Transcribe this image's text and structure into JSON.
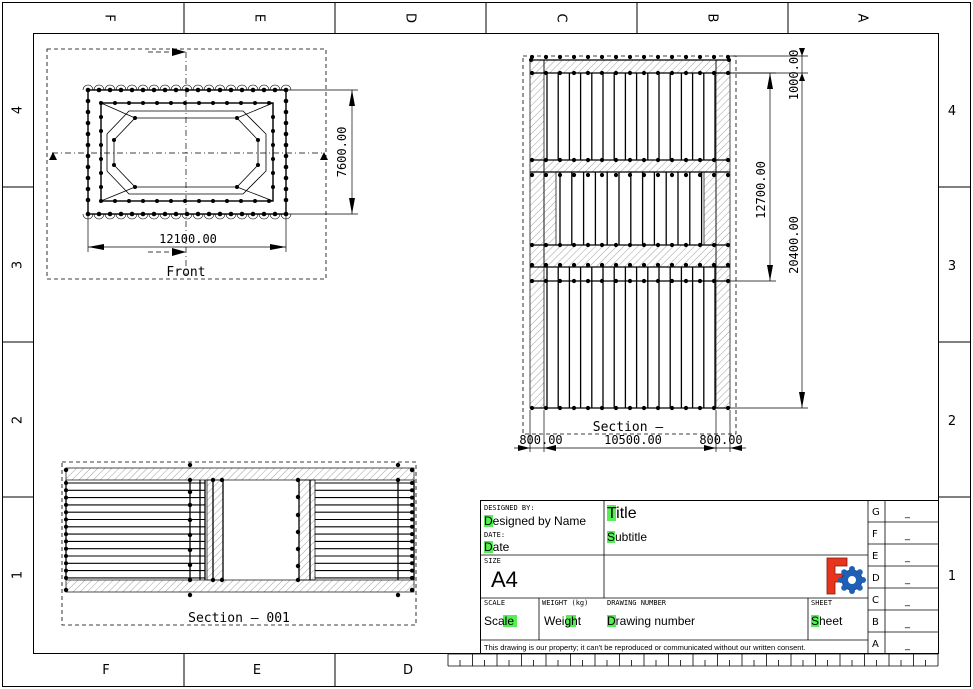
{
  "sheet": {
    "columns_top": [
      "F",
      "E",
      "D",
      "C",
      "B",
      "A"
    ],
    "columns_bottom": [
      "F",
      "E",
      "D"
    ],
    "rows": [
      "4",
      "3",
      "2",
      "1"
    ]
  },
  "views": {
    "front": {
      "label": "Front",
      "dim_width": "12100.00",
      "dim_height": "7600.00"
    },
    "section_right": {
      "label": "Section  –",
      "dim_top": "1000.00",
      "dim_mid": "12700.00",
      "dim_total": "20400.00",
      "dim_left": "800.00",
      "dim_center": "10500.00",
      "dim_right": "800.00"
    },
    "section_bottom": {
      "label": "Section  – 001"
    }
  },
  "title_block": {
    "designed_by_label": "DESIGNED BY:",
    "designed_by_value": "Designed by Name",
    "date_label": "DATE:",
    "date_value": "Date",
    "title": "Title",
    "subtitle": "Subtitle",
    "size_label": "SIZE",
    "size_value": "A4",
    "scale_label": "SCALE",
    "scale_value": "Scale",
    "weight_label": "WEIGHT (kg)",
    "weight_value": "Weight",
    "drawing_number_label": "DRAWING NUMBER",
    "drawing_number_value": "Drawing number",
    "sheet_label": "SHEET",
    "sheet_value": "Sheet",
    "copyright": "This drawing is our property; it can't be reproduced or communicated without our written consent.",
    "revisions": [
      {
        "letter": "G",
        "value": "_"
      },
      {
        "letter": "F",
        "value": "_"
      },
      {
        "letter": "E",
        "value": "_"
      },
      {
        "letter": "D",
        "value": "_"
      },
      {
        "letter": "C",
        "value": "_"
      },
      {
        "letter": "B",
        "value": "_"
      },
      {
        "letter": "A",
        "value": "_"
      }
    ],
    "logo_colors": {
      "red": "#e8341c",
      "blue": "#1f5fb8"
    }
  }
}
